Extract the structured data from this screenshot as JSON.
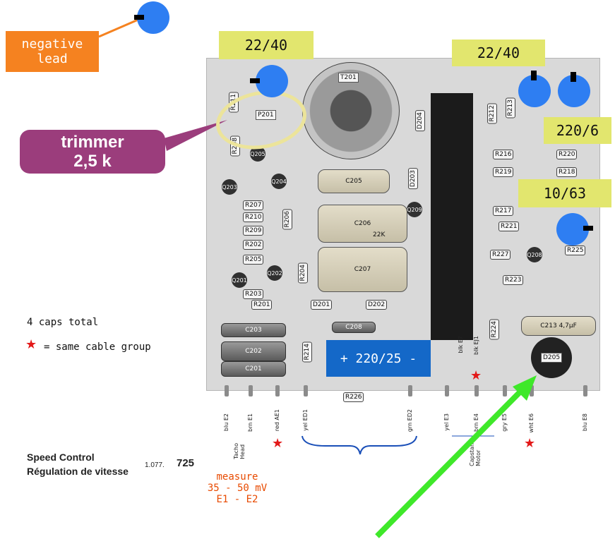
{
  "annotations": {
    "negative_lead": "negative\nlead",
    "trimmer": "trimmer\n2,5 k",
    "cap_labels": [
      "22/40",
      "22/40",
      "220/6",
      "10/63"
    ],
    "filter_cap": "+ 220/25 -",
    "caps_total": "4 caps total",
    "legend_star": "= same cable group",
    "measure": "measure\n35 - 50 mV\nE1 - E2"
  },
  "caption": {
    "title_en": "Speed Control",
    "title_fr": "Régulation de vitesse",
    "ref": "1.077.",
    "model": "725"
  },
  "board": {
    "potentiometer": "P201",
    "transformer": "T201",
    "transistors": [
      "Q201",
      "Q202",
      "Q203",
      "Q204",
      "Q205",
      "Q208",
      "Q209"
    ],
    "resistors": [
      "R201",
      "R202",
      "R203",
      "R204",
      "R205",
      "R206",
      "R207",
      "R208",
      "R209",
      "R210",
      "R211",
      "R212",
      "R213",
      "R214",
      "R216",
      "R217",
      "R218",
      "R219",
      "R220",
      "R221",
      "R223",
      "R224",
      "R225",
      "R226",
      "R227"
    ],
    "capacitors": [
      "C201",
      "C202",
      "C203",
      "C205",
      "C206",
      "C207",
      "C208",
      "C213"
    ],
    "diodes": [
      "D201",
      "D202",
      "D203",
      "D204",
      "D205"
    ],
    "terminals_bottom": [
      "blu E2",
      "brn E1",
      "red AE1",
      "yel ED1",
      "grn ED2",
      "yel E3",
      "brn E4",
      "gry E5",
      "wht E6",
      "blu E8"
    ],
    "terminals_mid": [
      "blk E7",
      "blk EJ1"
    ],
    "group_labels": [
      "Tacho\nHead",
      "Capstan\nMotor"
    ],
    "component_markings": [
      "22K",
      "4,7μF"
    ]
  },
  "colors": {
    "marker_blue": "#2e7ef2",
    "label_yellow": "#e2e66e",
    "orange_box": "#f58220",
    "purple_callout": "#9b3d7c",
    "trimmer_ring": "#ece49a",
    "filter_blue": "#1468c8",
    "star_red": "#e31919",
    "measure_orange": "#e84a00",
    "arrow_green": "#3fe82a"
  }
}
